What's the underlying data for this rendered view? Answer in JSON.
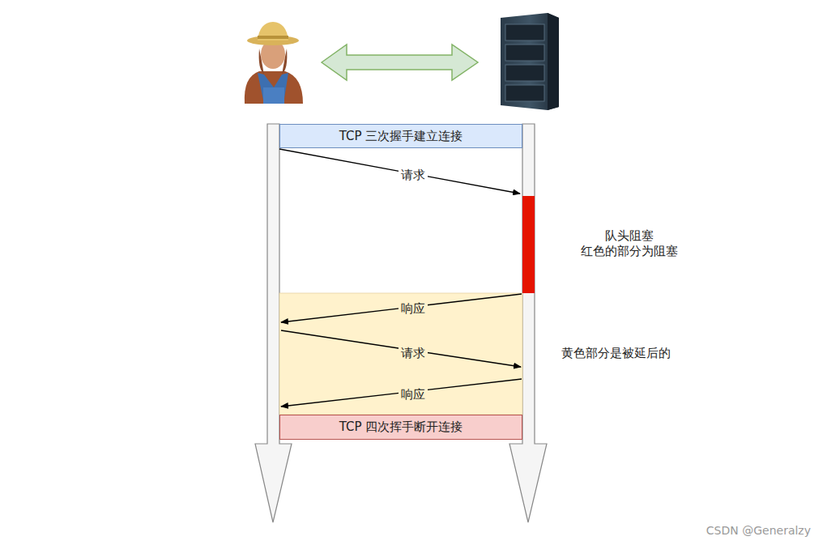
{
  "diagram": {
    "nodes": [
      {
        "text": [
          "TCP 三次握手建立连接"
        ]
      },
      {
        "text": [
          "TCP 四次挥手断开连接"
        ]
      }
    ],
    "labels": [
      "请求",
      "响应",
      "请求",
      "响应",
      "队头阻塞 红色的部分为阻塞",
      "黄色部分是被延后的",
      "CSDN @Generalzy"
    ]
  }
}
